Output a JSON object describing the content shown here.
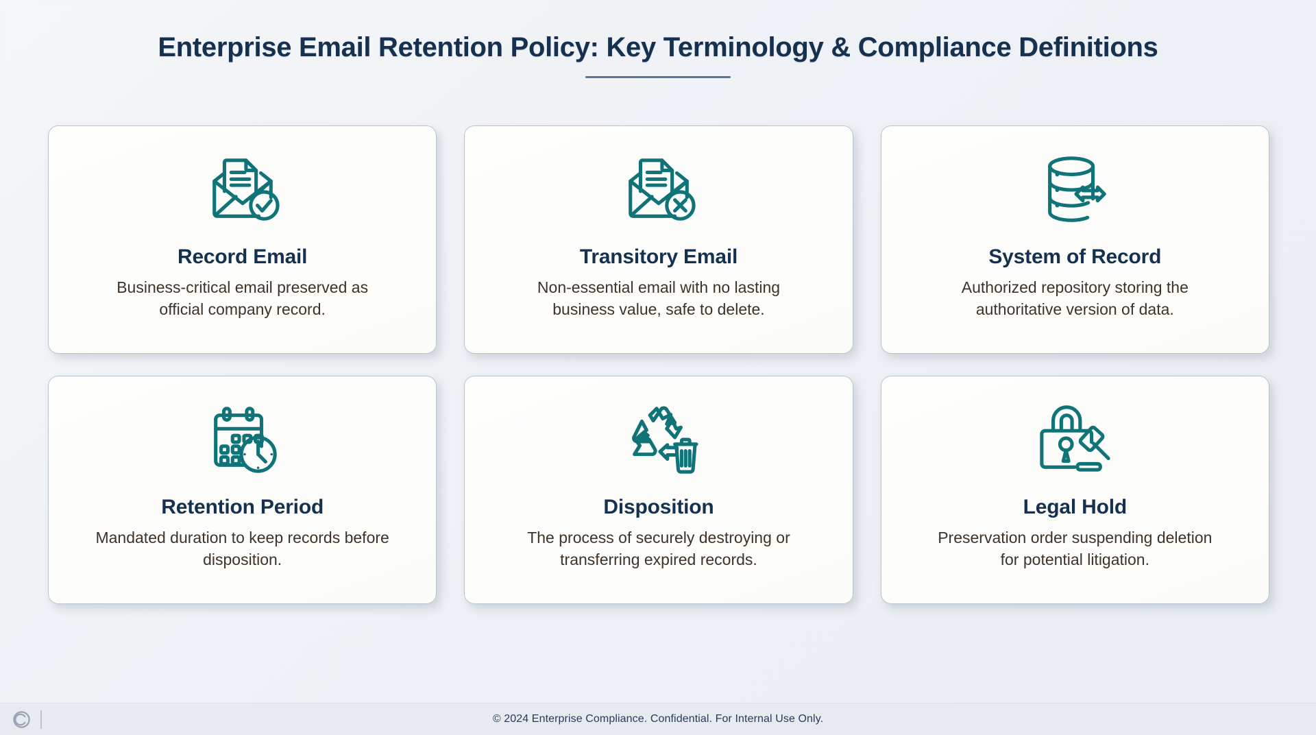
{
  "header": {
    "title": "Enterprise Email Retention Policy: Key Terminology & Compliance Definitions",
    "accent_color": "#5c7594",
    "title_color": "#16314f"
  },
  "theme": {
    "icon_color": "#0f7378",
    "card_background": "#fdfdfc",
    "card_border": "#b8c3d1",
    "page_background": "#eef1f5",
    "body_text_color": "#3e3328"
  },
  "cards": [
    {
      "icon": "envelope-document-check-icon",
      "title": "Record Email",
      "description": "Business-critical email preserved as official company record."
    },
    {
      "icon": "envelope-document-x-icon",
      "title": "Transitory Email",
      "description": "Non-essential email with no lasting business value, safe to delete."
    },
    {
      "icon": "database-exchange-icon",
      "title": "System of Record",
      "description": "Authorized repository storing the authoritative version of data."
    },
    {
      "icon": "calendar-clock-icon",
      "title": "Retention Period",
      "description": "Mandated duration to keep records before disposition."
    },
    {
      "icon": "recycle-trash-icon",
      "title": "Disposition",
      "description": "The process of securely destroying or transferring expired records."
    },
    {
      "icon": "padlock-gavel-icon",
      "title": "Legal Hold",
      "description": "Preservation order suspending deletion for potential litigation."
    }
  ],
  "footer": {
    "text": "© 2024 Enterprise Compliance. Confidential. For Internal Use Only.",
    "brand_icon": "copyright-c-logo-icon"
  }
}
